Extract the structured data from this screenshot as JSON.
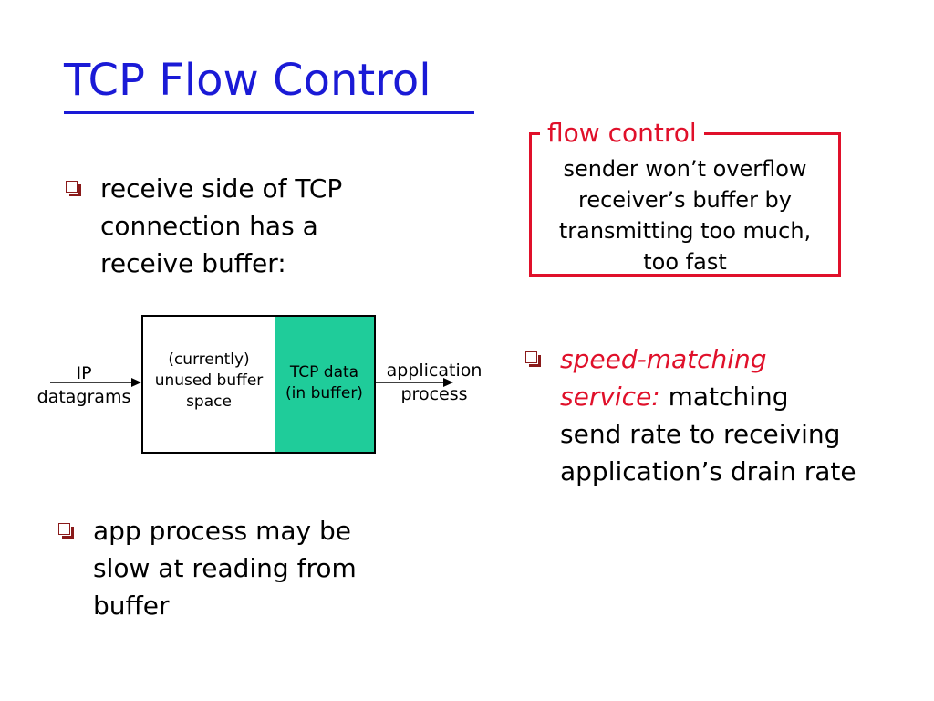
{
  "slide": {
    "title": "TCP Flow Control",
    "accent_color": "#1a1ad6",
    "highlight_color": "#e0102a",
    "buffer_fill_color": "#1fcc9a"
  },
  "bullets_left": [
    {
      "lines": [
        "receive side of TCP",
        "connection has a",
        "receive buffer:"
      ]
    },
    {
      "lines": [
        "app process may be",
        "slow at reading from",
        "buffer"
      ]
    }
  ],
  "callout": {
    "title": "flow control",
    "lines": [
      "sender won’t overflow",
      "receiver’s buffer by",
      "transmitting too much,",
      "too fast"
    ]
  },
  "bullet_right": {
    "highlight_line1": "speed-matching",
    "highlight_line2": "service:",
    "line2_rest": " matching",
    "line3": "send rate to receiving",
    "line4": "application’s drain rate"
  },
  "diagram": {
    "input_label_line1": "IP",
    "input_label_line2": "datagrams",
    "unused_line1": "(currently)",
    "unused_line2": "unused buffer",
    "unused_line3": "space",
    "used_line1": "TCP data",
    "used_line2": "(in buffer)",
    "output_label_line1": "application",
    "output_label_line2": "process"
  },
  "icons": {
    "bullet": "square-bullet-icon",
    "arrow": "arrow-right-icon"
  }
}
